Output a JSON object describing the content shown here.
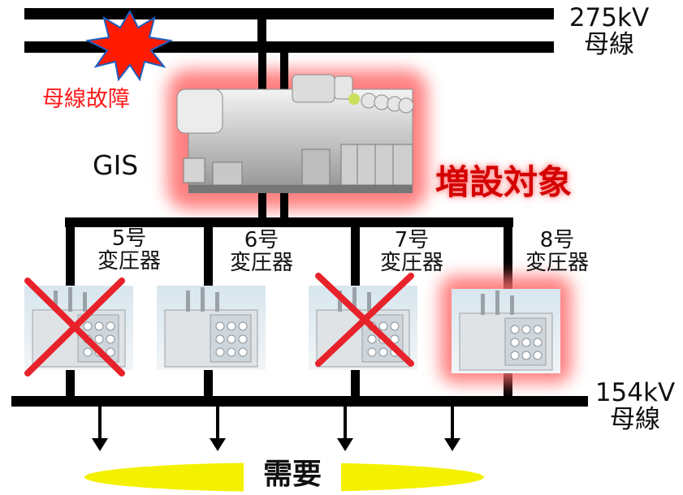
{
  "bus_275": {
    "voltage": "275kV",
    "name": "母線"
  },
  "bus_154": {
    "voltage": "154kV",
    "name": "母線"
  },
  "fault_label": "母線故障",
  "gis_label": "GIS",
  "expansion_label": "増設対象",
  "demand_label": "需要",
  "transformers": [
    {
      "number": "5号",
      "name": "変圧器",
      "status": "failed"
    },
    {
      "number": "6号",
      "name": "変圧器",
      "status": "normal"
    },
    {
      "number": "7号",
      "name": "変圧器",
      "status": "failed"
    },
    {
      "number": "8号",
      "name": "変圧器",
      "status": "expansion-target"
    }
  ],
  "colors": {
    "fault": "#ff1a1a",
    "highlight": "#ff6b6b",
    "demand": "#f4f100",
    "line": "#000000",
    "cross": "#e8222a"
  },
  "icons": [
    "explosion-icon",
    "gis-switchgear-icon",
    "transformer-icon",
    "cross-mark-icon",
    "arrow-down-icon"
  ]
}
